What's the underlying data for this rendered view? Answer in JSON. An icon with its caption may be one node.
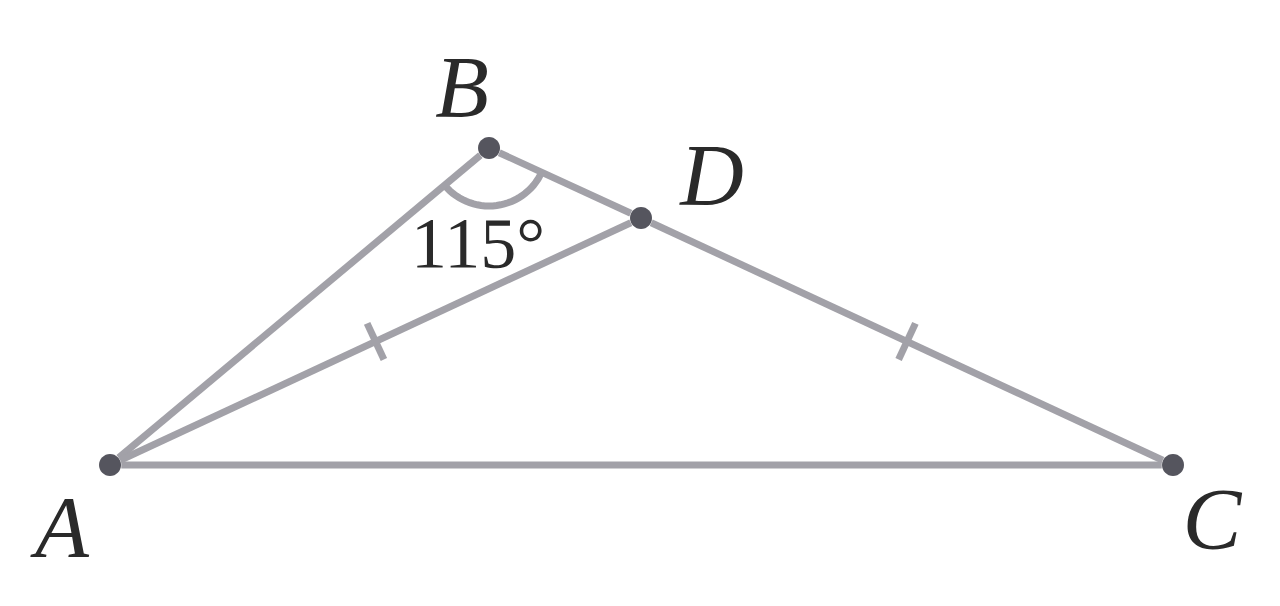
{
  "diagram": {
    "nodes": [
      {
        "text": [],
        "shape": "circle",
        "beside": [
          "A"
        ]
      },
      {
        "text": [],
        "shape": "circle",
        "beside": [
          "B"
        ]
      },
      {
        "text": [],
        "shape": "circle",
        "beside": [
          "D"
        ]
      },
      {
        "text": [],
        "shape": "circle",
        "beside": [
          "C"
        ]
      }
    ],
    "edges": [
      {
        "from": 0,
        "to": 1,
        "arrow": "none"
      },
      {
        "from": 1,
        "to": 2,
        "arrow": "none"
      },
      {
        "from": 2,
        "to": 3,
        "arrow": "none"
      },
      {
        "from": 0,
        "to": 2,
        "arrow": "none"
      },
      {
        "from": 0,
        "to": 3,
        "arrow": "none"
      }
    ],
    "labels": [
      "115°"
    ]
  }
}
